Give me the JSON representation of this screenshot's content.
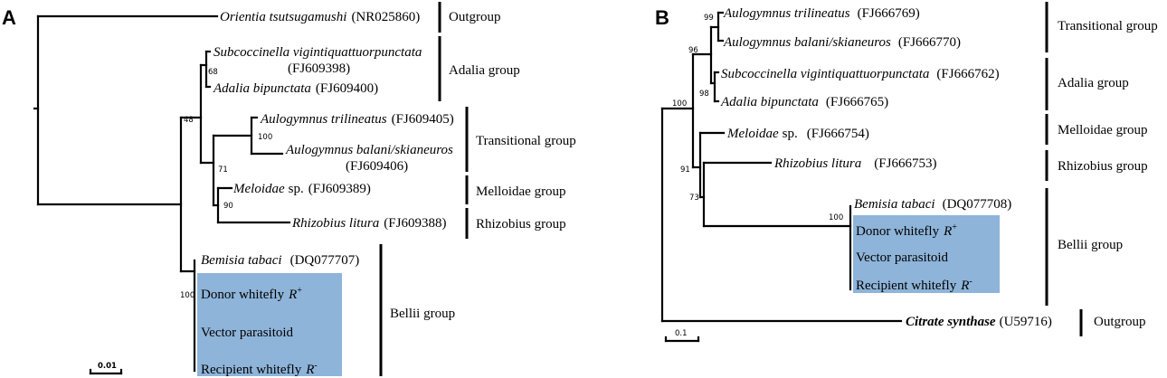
{
  "panel_a": {
    "label": "A",
    "scale": "0.01",
    "taxa": {
      "orientia": {
        "name": "Orientia tsutsugamushi",
        "acc": "(NR025860)"
      },
      "subcocc": {
        "name": "Subcoccinella vigintiquattuorpunctata",
        "acc": "(FJ609398)"
      },
      "adalia": {
        "name": "Adalia bipunctata",
        "acc": "(FJ609400)"
      },
      "aul_tri": {
        "name": "Aulogymnus trilineatus",
        "acc": "(FJ609405)"
      },
      "aul_bal": {
        "name": "Aulogymnus balani/skianeuros",
        "acc": "(FJ609406)"
      },
      "meloidae": {
        "name": "Meloidae",
        "suffix": "sp.",
        "acc": "(FJ609389)"
      },
      "rhizobius": {
        "name": "Rhizobius litura",
        "acc": "(FJ609388)"
      },
      "bemisia": {
        "name": "Bemisia tabaci",
        "acc": "(DQ077707)"
      },
      "donor": {
        "name": "Donor whitefly",
        "sym": "R",
        "sup": "+"
      },
      "vector": {
        "name": "Vector parasitoid"
      },
      "recipient": {
        "name": "Recipient whitefly",
        "sym": "R",
        "sup": "-"
      }
    },
    "bootstrap": {
      "b68": "68",
      "b48": "48",
      "b100t": "100",
      "b71": "71",
      "b90": "90",
      "b100b": "100"
    },
    "groups": {
      "outgroup": "Outgroup",
      "adalia": "Adalia group",
      "transitional": "Transitional group",
      "melloidae": "Melloidae group",
      "rhizobius": "Rhizobius group",
      "bellii": "Bellii group"
    }
  },
  "panel_b": {
    "label": "B",
    "scale": "0.1",
    "taxa": {
      "aul_tri": {
        "name": "Aulogymnus trilineatus",
        "acc": "(FJ666769)"
      },
      "aul_bal": {
        "name": "Aulogymnus balani/skianeuros",
        "acc": "(FJ666770)"
      },
      "subcocc": {
        "name": "Subcoccinella vigintiquattuorpunctata",
        "acc": "(FJ666762)"
      },
      "adalia": {
        "name": "Adalia bipunctata",
        "acc": "(FJ666765)"
      },
      "meloidae": {
        "name": "Meloidae",
        "suffix": "sp.",
        "acc": "(FJ666754)"
      },
      "rhizobius": {
        "name": "Rhizobius litura",
        "acc": "(FJ666753)"
      },
      "bemisia": {
        "name": "Bemisia tabaci",
        "acc": "(DQ077708)"
      },
      "donor": {
        "name": "Donor whitefly",
        "sym": "R",
        "sup": "+"
      },
      "vector": {
        "name": "Vector parasitoid"
      },
      "recipient": {
        "name": "Recipient whitefly",
        "sym": "R",
        "sup": "-"
      },
      "citrate": {
        "name": "Citrate synthase",
        "acc": "(U59716)"
      }
    },
    "bootstrap": {
      "b99": "99",
      "b96": "96",
      "b98": "98",
      "b100a": "100",
      "b91": "91",
      "b73": "73",
      "b100b": "100"
    },
    "groups": {
      "transitional": "Transitional group",
      "adalia": "Adalia group",
      "melloidae": "Melloidae group",
      "rhizobius": "Rhizobius group",
      "bellii": "Bellii group",
      "outgroup": "Outgroup"
    }
  }
}
